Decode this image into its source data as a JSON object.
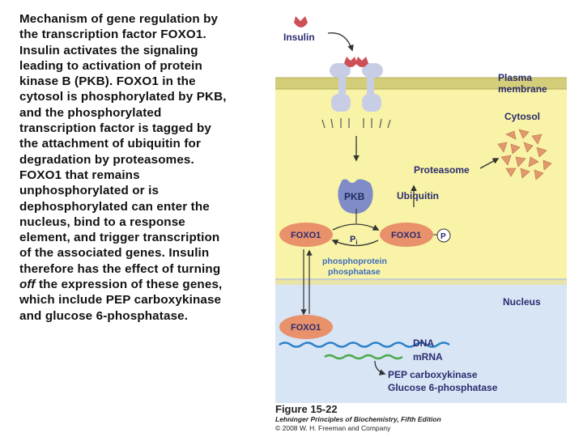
{
  "caption": {
    "part1": "Mechanism of gene regulation by the transcription factor FOXO1. Insulin activates the signaling leading to activation of protein kinase B (PKB). FOXO1 in the cytosol is phosphorylated by PKB, and the phosphorylated transcription factor is tagged by the attachment of ubiquitin for degradation by proteasomes. FOXO1 that remains unphosphorylated or is dephosphorylated can enter the nucleus, bind to a response element, and trigger transcription of the associated genes. Insulin therefore has the effect of turning ",
    "emphasis": "off",
    "part2": " the expression of these genes, which include PEP carboxykinase and glucose 6-phosphatase."
  },
  "diagram": {
    "insulin": "Insulin",
    "plasma_membrane_line1": "Plasma",
    "plasma_membrane_line2": "membrane",
    "cytosol": "Cytosol",
    "proteasome": "Proteasome",
    "pkb": "PKB",
    "ubiquitin": "Ubiquitin",
    "foxo1_left": "FOXO1",
    "foxo1_right": "FOXO1",
    "phosphate": "P",
    "pi": "P",
    "pi_sub": "i",
    "phosphatase_line1": "phosphoprotein",
    "phosphatase_line2": "phosphatase",
    "nucleus": "Nucleus",
    "foxo1_nucleus": "FOXO1",
    "dna": "DNA",
    "mrna": "mRNA",
    "gene1": "PEP carboxykinase",
    "gene2": "Glucose 6-phosphatase"
  },
  "figure": {
    "number": "Figure 15-22",
    "book": "Lehninger Principles of Biochemistry, Fifth Edition",
    "copyright": "© 2008 W. H. Freeman and Company"
  },
  "colors": {
    "cytosol": "#f8f3a6",
    "nucleus": "#d7e5f5",
    "membrane": "#d4ce7a",
    "receptor": "#c8cde6",
    "insulin": "#cd4f57",
    "pkb": "#7f8cc8",
    "foxo1": "#e8916a",
    "proteasome": "#e09a6e",
    "dna": "#2c80c8",
    "mrna": "#4aaa4a",
    "label_text": "#2c2c6e",
    "phosphatase_text": "#3d6cc0"
  }
}
